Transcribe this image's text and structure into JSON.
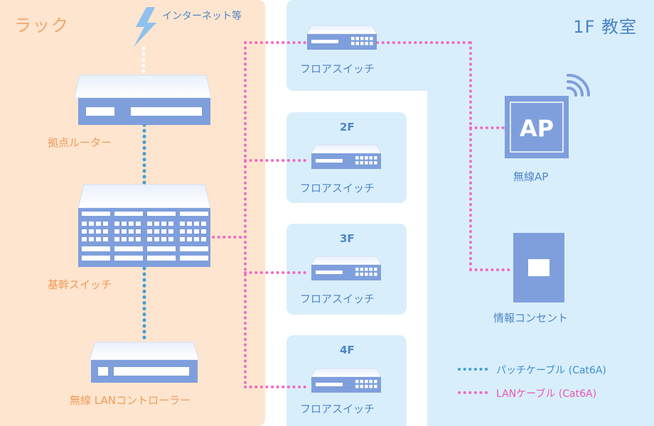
{
  "rack": {
    "title": "ラック"
  },
  "classroom": {
    "title": "1F 教室"
  },
  "internet": {
    "label": "インターネット等"
  },
  "devices": {
    "router": "拠点ルーター",
    "core_switch": "基幹スイッチ",
    "wlan_controller": "無線 LANコントローラー",
    "ap_label": "無線AP",
    "ap_text": "AP",
    "outlet": "情報コンセント"
  },
  "floors": [
    {
      "num": "",
      "switch": "フロアスイッチ"
    },
    {
      "num": "2F",
      "switch": "フロアスイッチ"
    },
    {
      "num": "3F",
      "switch": "フロアスイッチ"
    },
    {
      "num": "4F",
      "switch": "フロアスイッチ"
    }
  ],
  "legend": {
    "patch": "パッチケーブル (Cat6A)",
    "lan": "LANケーブル (Cat6A)"
  },
  "colors": {
    "patch_cable": "#3fa0d8",
    "lan_cable": "#f06bc2",
    "device": "#7f9fdc"
  }
}
